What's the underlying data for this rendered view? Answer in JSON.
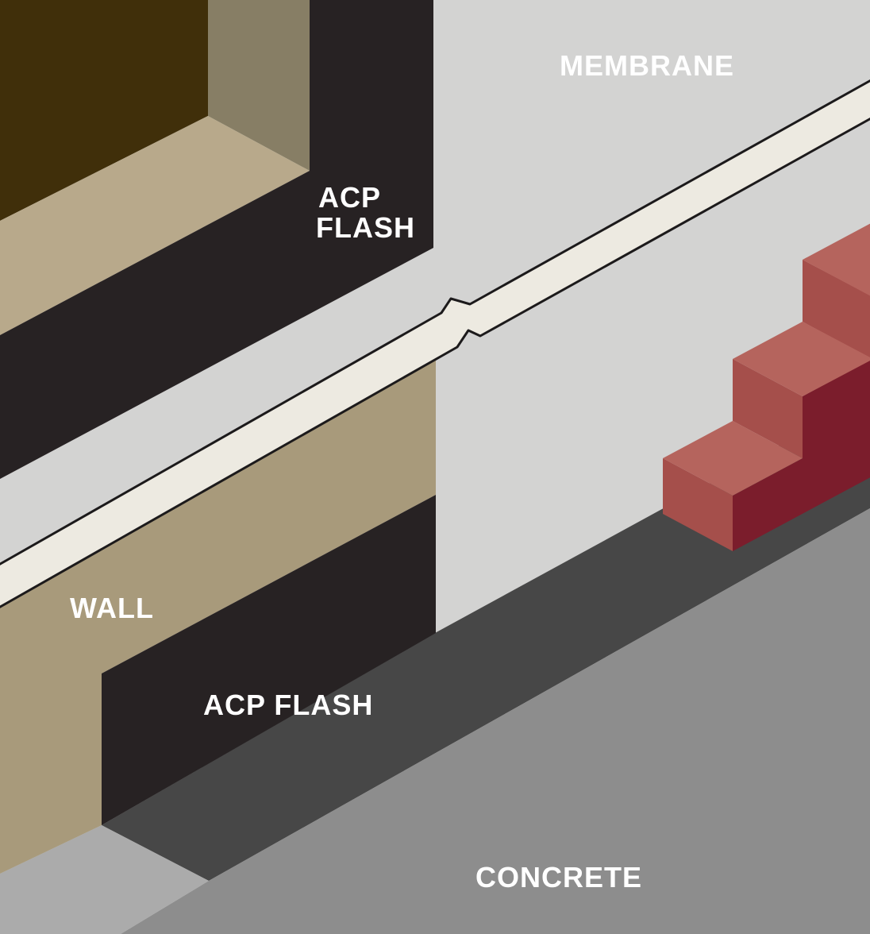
{
  "labels": {
    "membrane": "MEMBRANE",
    "acp_flash_upper": {
      "line1": "ACP",
      "line2": "FLASH"
    },
    "wall": "WALL",
    "acp_flash_lower": "ACP FLASH",
    "concrete": "CONCRETE"
  },
  "colors": {
    "field_gray": "#d3d3d2",
    "strip_cream": "#edeae1",
    "strip_outline": "#1c1a1b",
    "opening_brown": "#402f0a",
    "jamb_tan": "#877e65",
    "sill_tan": "#b8a98b",
    "wall_tan": "#a89a7b",
    "acp_black": "#272223",
    "shadow_gray": "#474747",
    "concrete_gray": "#8d8d8d",
    "curb_gray": "#ababab",
    "step_top_red": "#b5645d",
    "step_front_red": "#a54f4b",
    "step_side_maroon": "#7b1d2c",
    "label_white": "#ffffff"
  }
}
